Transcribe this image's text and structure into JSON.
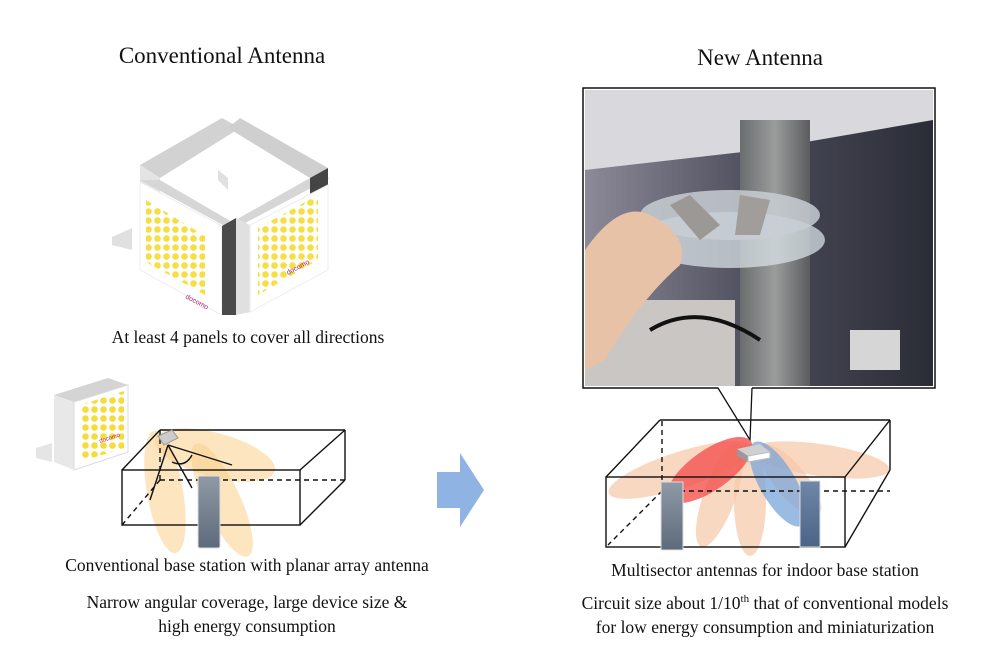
{
  "left": {
    "title": "Conventional Antenna",
    "panel_caption": "At least 4 panels to cover all directions",
    "station_caption": "Conventional base station with planar array antenna",
    "desc_line1": "Narrow angular coverage, large device size &",
    "desc_line2": "high energy consumption",
    "logo_text": "docomo"
  },
  "right": {
    "title": "New Antenna",
    "station_caption": "Multisector antennas for indoor base station",
    "desc_line1_pre": "Circuit size about 1/10",
    "desc_line1_sup": "th",
    "desc_line1_post": " that of conventional models",
    "desc_line2": "for low energy consumption and miniaturization"
  },
  "colors": {
    "arrow": "#8fb4e3",
    "panel_dot": "#f5dc3a",
    "beam_conventional": "#f9d08a",
    "beam_light": "#f6c8a8",
    "beam_red": "#f2534f",
    "beam_blue": "#7aa6d8"
  }
}
